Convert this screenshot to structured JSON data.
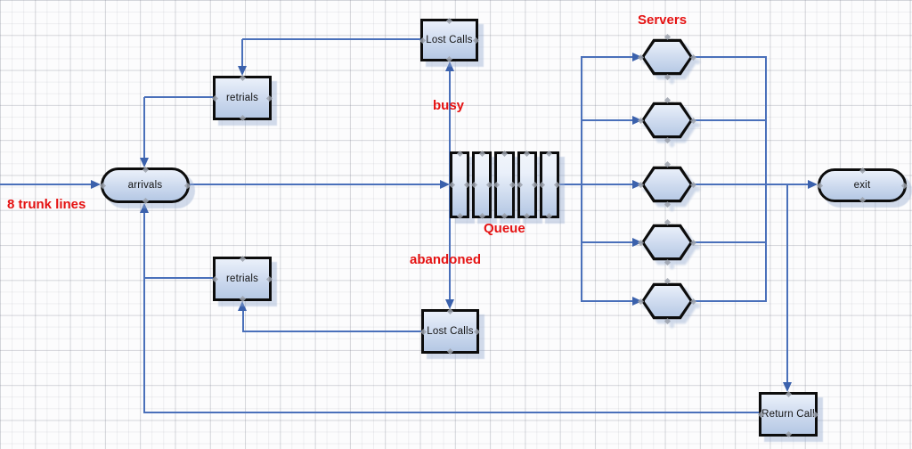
{
  "diagram": {
    "nodes": {
      "arrivals": {
        "label": "arrivals"
      },
      "retrials_top": {
        "label": "retrials"
      },
      "retrials_bottom": {
        "label": "retrials"
      },
      "lost_calls_top": {
        "label": "Lost Calls"
      },
      "lost_calls_bottom": {
        "label": "Lost Calls"
      },
      "exit": {
        "label": "exit"
      },
      "return_call": {
        "label": "Return Call"
      },
      "queue": {
        "slots": 5
      },
      "servers": {
        "count": 5
      }
    },
    "annotations": {
      "trunk_lines": {
        "text": "8 trunk lines"
      },
      "busy": {
        "text": "busy"
      },
      "abandoned": {
        "text": "abandoned"
      },
      "queue": {
        "text": "Queue"
      },
      "servers": {
        "text": "Servers"
      }
    },
    "colors": {
      "connector": "#4a70ba",
      "arrowhead": "#3b61ac",
      "annotation_red": "#e51212",
      "shape_border": "#0c0c0c",
      "shape_fill_top": "#eaf0fa",
      "shape_fill_bottom": "#b5c8e4"
    }
  }
}
